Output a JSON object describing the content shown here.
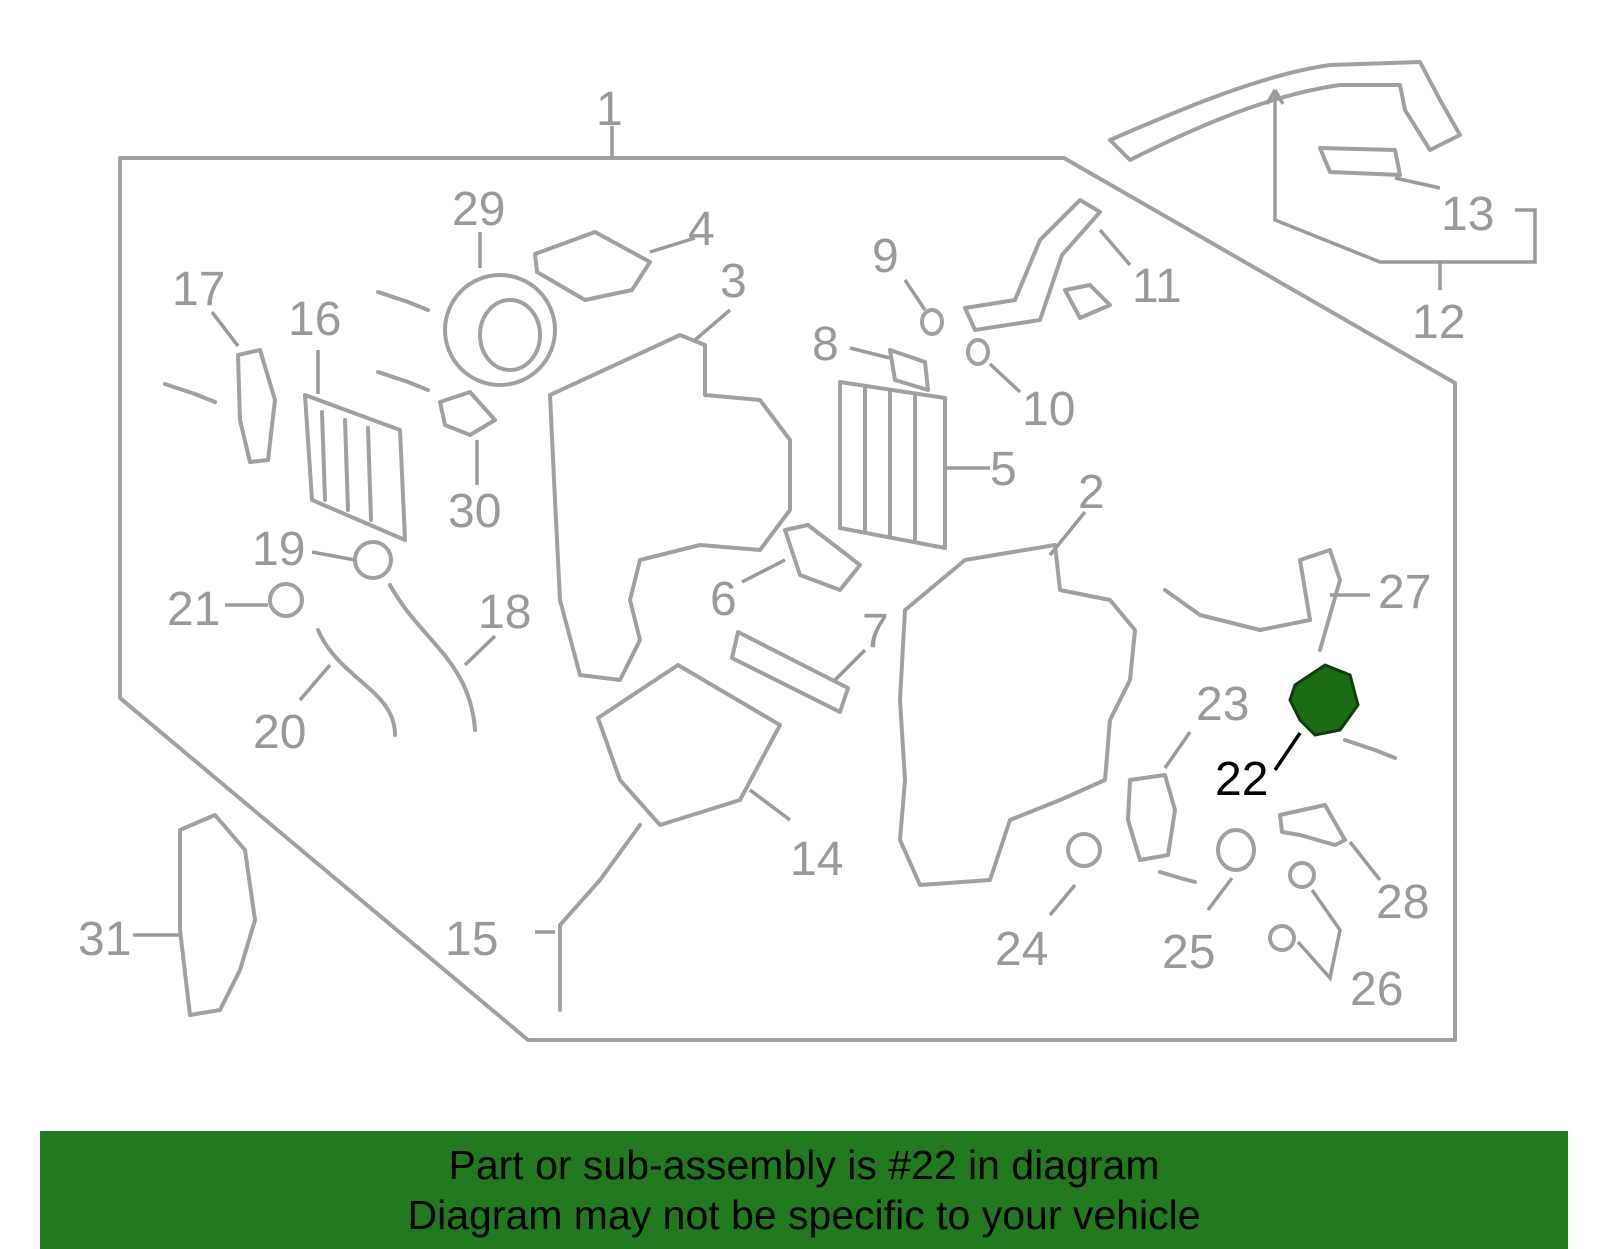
{
  "diagram": {
    "highlight_part": "22",
    "highlight_color": "#1a6b12",
    "line_color": "#999999",
    "callouts": [
      "1",
      "2",
      "3",
      "4",
      "5",
      "6",
      "7",
      "8",
      "9",
      "10",
      "11",
      "12",
      "13",
      "14",
      "15",
      "16",
      "17",
      "18",
      "19",
      "20",
      "21",
      "22",
      "23",
      "24",
      "25",
      "26",
      "27",
      "28",
      "29",
      "30",
      "31"
    ]
  },
  "banner": {
    "line1": "Part or sub-assembly is #22 in diagram",
    "line2": "Diagram may not be specific to your vehicle",
    "background": "#217a1e"
  }
}
